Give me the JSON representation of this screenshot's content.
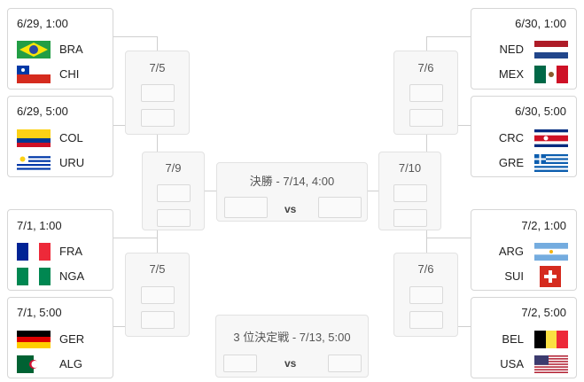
{
  "left_matches": [
    {
      "date": "6/29, 1:00",
      "team1": "BRA",
      "team2": "CHI"
    },
    {
      "date": "6/29, 5:00",
      "team1": "COL",
      "team2": "URU"
    },
    {
      "date": "7/1, 1:00",
      "team1": "FRA",
      "team2": "NGA"
    },
    {
      "date": "7/1, 5:00",
      "team1": "GER",
      "team2": "ALG"
    }
  ],
  "right_matches": [
    {
      "date": "6/30, 1:00",
      "team1": "NED",
      "team2": "MEX"
    },
    {
      "date": "6/30, 5:00",
      "team1": "CRC",
      "team2": "GRE"
    },
    {
      "date": "7/2, 1:00",
      "team1": "ARG",
      "team2": "SUI"
    },
    {
      "date": "7/2, 5:00",
      "team1": "BEL",
      "team2": "USA"
    }
  ],
  "quarterfinals": {
    "left_top": "7/5",
    "left_bottom": "7/5",
    "right_top": "7/6",
    "right_bottom": "7/6"
  },
  "semifinals": {
    "left": "7/9",
    "right": "7/10"
  },
  "final": {
    "label": "決勝 - 7/14, 4:00",
    "vs": "vs"
  },
  "third_place": {
    "label": "3 位決定戦 - 7/13, 5:00",
    "vs": "vs"
  }
}
